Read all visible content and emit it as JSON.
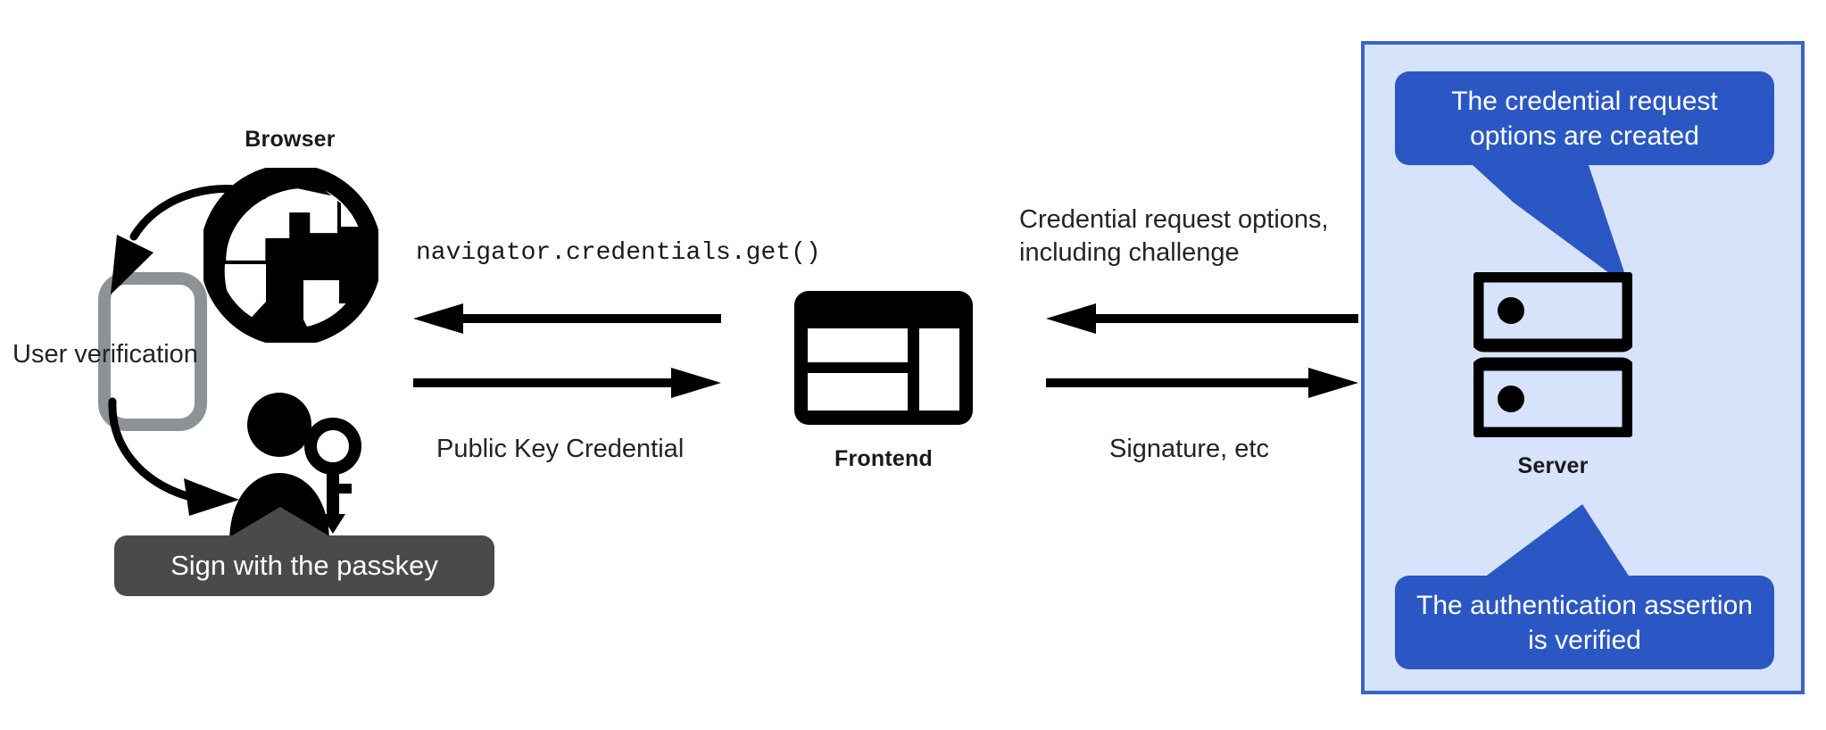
{
  "diagram": {
    "title": "WebAuthn authentication (navigator.credentials.get) flow",
    "colors": {
      "panel_fill": "#d7e3fb",
      "panel_border": "#3a63cc",
      "callout_blue": "#2b57c4",
      "callout_dark": "#4a4a4a",
      "icon_black": "#000000",
      "phone_grey": "#8d9299",
      "text": "#20242a"
    }
  },
  "client": {
    "browser_label": "Browser",
    "user_verification_label": "User verification",
    "passkey_callout": "Sign with the passkey",
    "icons": {
      "globe": "globe-icon",
      "phone": "mobile-phone-icon",
      "person_key": "person-with-key-icon",
      "arrow_down_curved": "curved-arrow-down-icon",
      "arrow_down_right_curved": "curved-arrow-down-right-icon"
    }
  },
  "frontend": {
    "label": "Frontend",
    "icon": "web-layout-icon"
  },
  "server": {
    "label": "Server",
    "icon": "server-rack-icon",
    "callout_top": "The credential request options are created",
    "callout_top_lines": [
      "The credential request",
      "options are created"
    ],
    "callout_bottom": "The authentication assertion is verified",
    "callout_bottom_lines": [
      "The authentication",
      "assertion is verified"
    ]
  },
  "messages": {
    "browser_to_frontend_top": "navigator.credentials.get()",
    "browser_to_frontend_bottom": "Public Key Credential",
    "frontend_to_server_top_lines": [
      "Credential request options,",
      "including challenge"
    ],
    "frontend_to_server_top": "Credential request options, including challenge",
    "frontend_to_server_bottom": "Signature, etc"
  },
  "arrows": {
    "left_group_top": "arrow-left-icon",
    "left_group_bottom": "arrow-right-icon",
    "right_group_top": "arrow-left-icon",
    "right_group_bottom": "arrow-right-icon"
  }
}
